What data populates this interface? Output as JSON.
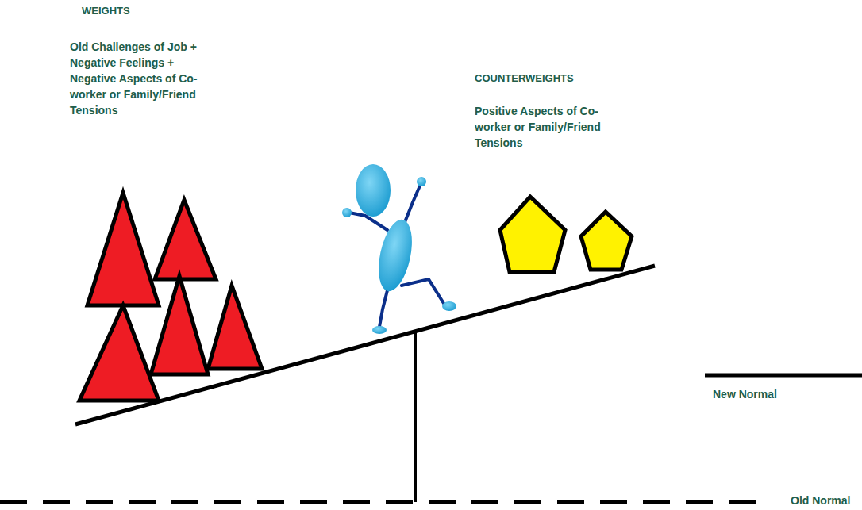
{
  "diagram": {
    "labels": [
      "WEIGHTS",
      "Old Challenges of Job + Negative Feelings + Negative Aspects of Co-worker or Family/Friend Tensions",
      "COUNTERWEIGHTS",
      "Positive Aspects of Co-worker or Family/Friend Tensions",
      "New Normal",
      "Old Normal"
    ]
  }
}
